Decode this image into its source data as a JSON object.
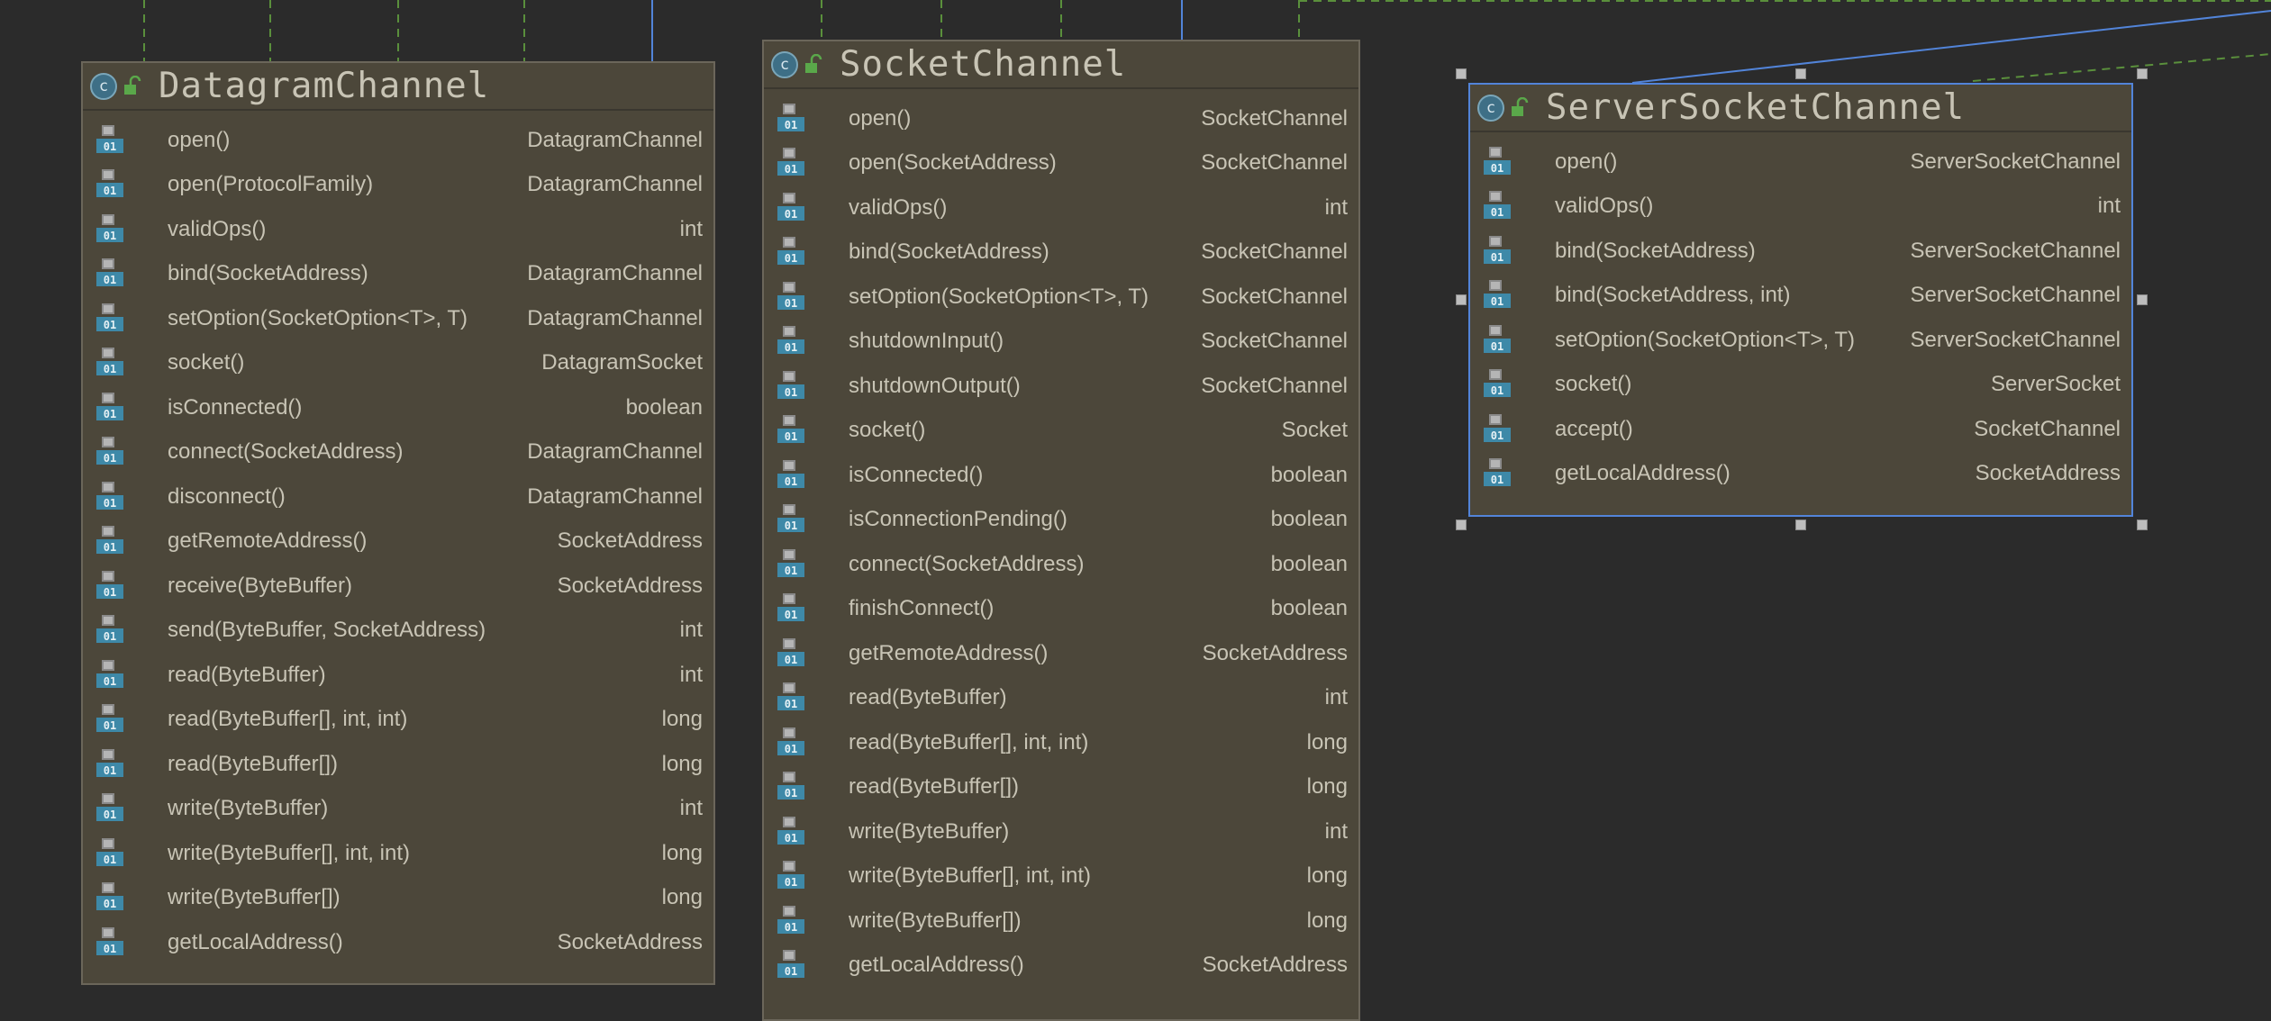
{
  "classes": [
    {
      "id": "datagram",
      "title": "DatagramChannel",
      "icon": "class-icon",
      "selected": false,
      "methods": [
        {
          "name": "open()",
          "type": "DatagramChannel"
        },
        {
          "name": "open(ProtocolFamily)",
          "type": "DatagramChannel"
        },
        {
          "name": "validOps()",
          "type": "int"
        },
        {
          "name": "bind(SocketAddress)",
          "type": "DatagramChannel"
        },
        {
          "name": "setOption(SocketOption<T>, T)",
          "type": "DatagramChannel"
        },
        {
          "name": "socket()",
          "type": "DatagramSocket"
        },
        {
          "name": "isConnected()",
          "type": "boolean"
        },
        {
          "name": "connect(SocketAddress)",
          "type": "DatagramChannel"
        },
        {
          "name": "disconnect()",
          "type": "DatagramChannel"
        },
        {
          "name": "getRemoteAddress()",
          "type": "SocketAddress"
        },
        {
          "name": "receive(ByteBuffer)",
          "type": "SocketAddress"
        },
        {
          "name": "send(ByteBuffer, SocketAddress)",
          "type": "int"
        },
        {
          "name": "read(ByteBuffer)",
          "type": "int"
        },
        {
          "name": "read(ByteBuffer[], int, int)",
          "type": "long"
        },
        {
          "name": "read(ByteBuffer[])",
          "type": "long"
        },
        {
          "name": "write(ByteBuffer)",
          "type": "int"
        },
        {
          "name": "write(ByteBuffer[], int, int)",
          "type": "long"
        },
        {
          "name": "write(ByteBuffer[])",
          "type": "long"
        },
        {
          "name": "getLocalAddress()",
          "type": "SocketAddress"
        }
      ]
    },
    {
      "id": "socket",
      "title": "SocketChannel",
      "icon": "class-icon",
      "selected": false,
      "methods": [
        {
          "name": "open()",
          "type": "SocketChannel"
        },
        {
          "name": "open(SocketAddress)",
          "type": "SocketChannel"
        },
        {
          "name": "validOps()",
          "type": "int"
        },
        {
          "name": "bind(SocketAddress)",
          "type": "SocketChannel"
        },
        {
          "name": "setOption(SocketOption<T>, T)",
          "type": "SocketChannel"
        },
        {
          "name": "shutdownInput()",
          "type": "SocketChannel"
        },
        {
          "name": "shutdownOutput()",
          "type": "SocketChannel"
        },
        {
          "name": "socket()",
          "type": "Socket"
        },
        {
          "name": "isConnected()",
          "type": "boolean"
        },
        {
          "name": "isConnectionPending()",
          "type": "boolean"
        },
        {
          "name": "connect(SocketAddress)",
          "type": "boolean"
        },
        {
          "name": "finishConnect()",
          "type": "boolean"
        },
        {
          "name": "getRemoteAddress()",
          "type": "SocketAddress"
        },
        {
          "name": "read(ByteBuffer)",
          "type": "int"
        },
        {
          "name": "read(ByteBuffer[], int, int)",
          "type": "long"
        },
        {
          "name": "read(ByteBuffer[])",
          "type": "long"
        },
        {
          "name": "write(ByteBuffer)",
          "type": "int"
        },
        {
          "name": "write(ByteBuffer[], int, int)",
          "type": "long"
        },
        {
          "name": "write(ByteBuffer[])",
          "type": "long"
        },
        {
          "name": "getLocalAddress()",
          "type": "SocketAddress"
        }
      ]
    },
    {
      "id": "serversocket",
      "title": "ServerSocketChannel",
      "icon": "class-icon",
      "selected": true,
      "methods": [
        {
          "name": "open()",
          "type": "ServerSocketChannel"
        },
        {
          "name": "validOps()",
          "type": "int"
        },
        {
          "name": "bind(SocketAddress)",
          "type": "ServerSocketChannel"
        },
        {
          "name": "bind(SocketAddress, int)",
          "type": "ServerSocketChannel"
        },
        {
          "name": "setOption(SocketOption<T>, T)",
          "type": "ServerSocketChannel"
        },
        {
          "name": "socket()",
          "type": "ServerSocket"
        },
        {
          "name": "accept()",
          "type": "SocketChannel"
        },
        {
          "name": "getLocalAddress()",
          "type": "SocketAddress"
        }
      ]
    }
  ],
  "colors": {
    "canvas": "#2b2b2b",
    "node_fill": "#4c473a",
    "node_border": "#6b665a",
    "selected_border": "#5284d9",
    "text": "#c8c4b5",
    "dashed_edge": "#5a8f3c",
    "solid_edge": "#5284d9",
    "method_icon": "#3e89a8"
  },
  "icons": {
    "class": "class-c-icon",
    "visibility": "public-unlocked-icon",
    "method": "method-01-icon"
  }
}
